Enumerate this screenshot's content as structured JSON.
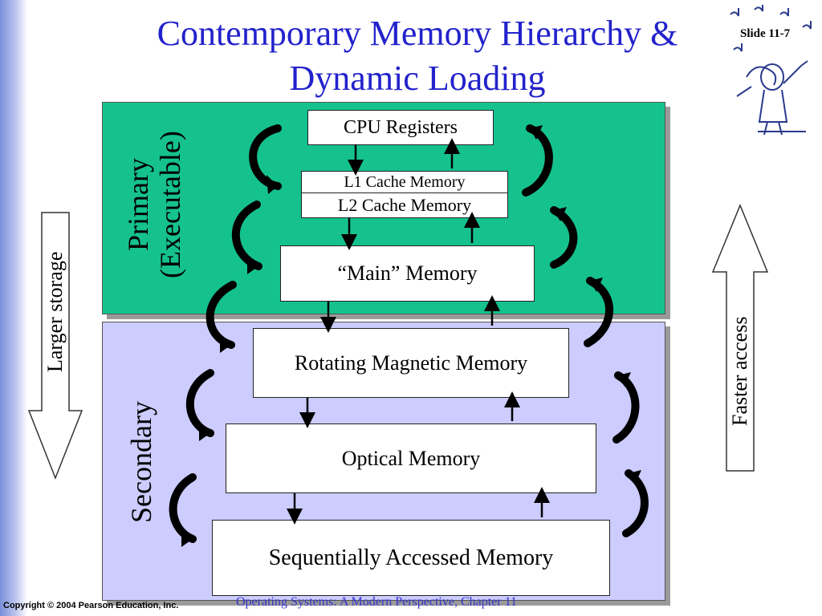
{
  "title_lines": [
    "Contemporary Memory Hierarchy &",
    "Dynamic Loading"
  ],
  "slide_label": "Slide 11-7",
  "primary_label_lines": [
    "Primary",
    "(Executable)"
  ],
  "secondary_label": "Secondary",
  "levels": {
    "cpu_registers": "CPU Registers",
    "l1_cache": "L1 Cache Memory",
    "l2_cache": "L2 Cache Memory",
    "main_memory": "“Main” Memory",
    "rotating_magnetic": "Rotating Magnetic Memory",
    "optical": "Optical Memory",
    "sequential": "Sequentially Accessed Memory"
  },
  "left_arrow_label": "Larger storage",
  "right_arrow_label": "Faster access",
  "copyright": "Copyright © 2004 Pearson Education, Inc.",
  "footer": "Operating Systems: A Modern Perspective, Chapter 11",
  "colors": {
    "title": "#2222cc",
    "primary_region": "#15c28e",
    "secondary_region": "#ccccff",
    "footer": "#3333cc"
  }
}
